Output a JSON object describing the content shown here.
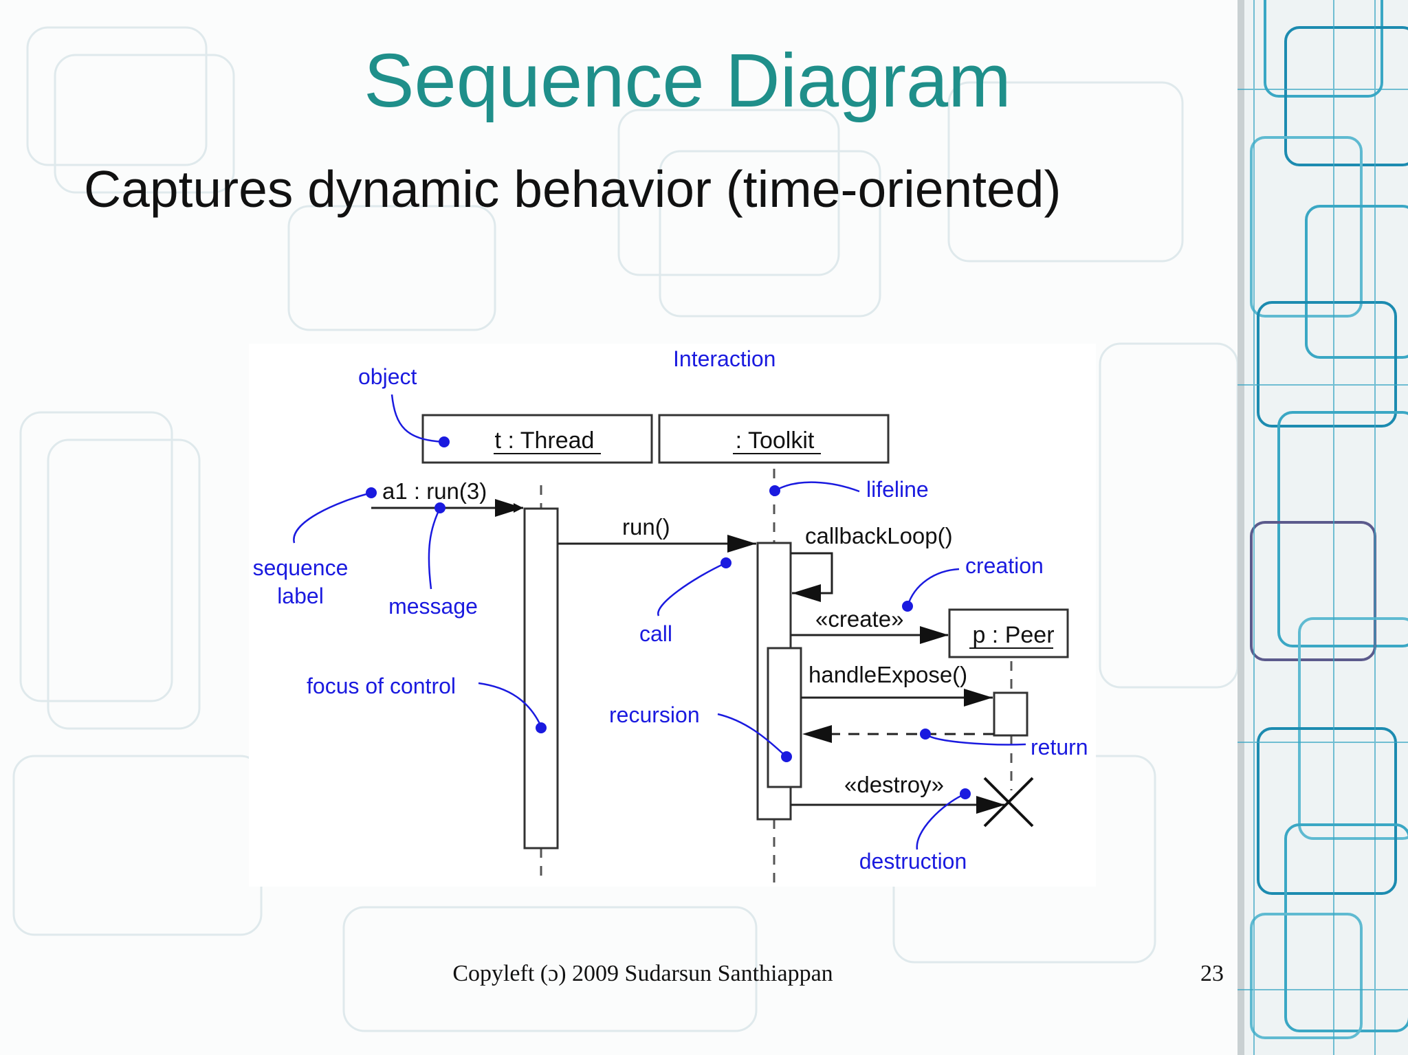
{
  "slide": {
    "title": "Sequence Diagram",
    "subtitle": "Captures dynamic behavior (time-oriented)",
    "footer": "Copyleft (ɔ) 2009 Sudarsun Santhiappan",
    "page_number": "23"
  },
  "diagram": {
    "objects": {
      "thread": "t : Thread",
      "toolkit": ": Toolkit",
      "peer": "p : Peer"
    },
    "messages": {
      "run3": "a1 : run(3)",
      "run": "run()",
      "callback": "callbackLoop()",
      "create": "«create»",
      "handle": "handleExpose()",
      "destroy": "«destroy»"
    },
    "annotations": {
      "interaction": "Interaction",
      "object": "object",
      "lifeline": "lifeline",
      "sequence_label_line1": "sequence",
      "sequence_label_line2": "label",
      "message": "message",
      "call": "call",
      "creation": "creation",
      "focus_of_control": "focus of control",
      "recursion": "recursion",
      "return": "return",
      "destruction": "destruction"
    }
  },
  "colors": {
    "title": "#1f8f8a",
    "annotation": "#1a1adf",
    "decoration": "#3aa7c4"
  }
}
